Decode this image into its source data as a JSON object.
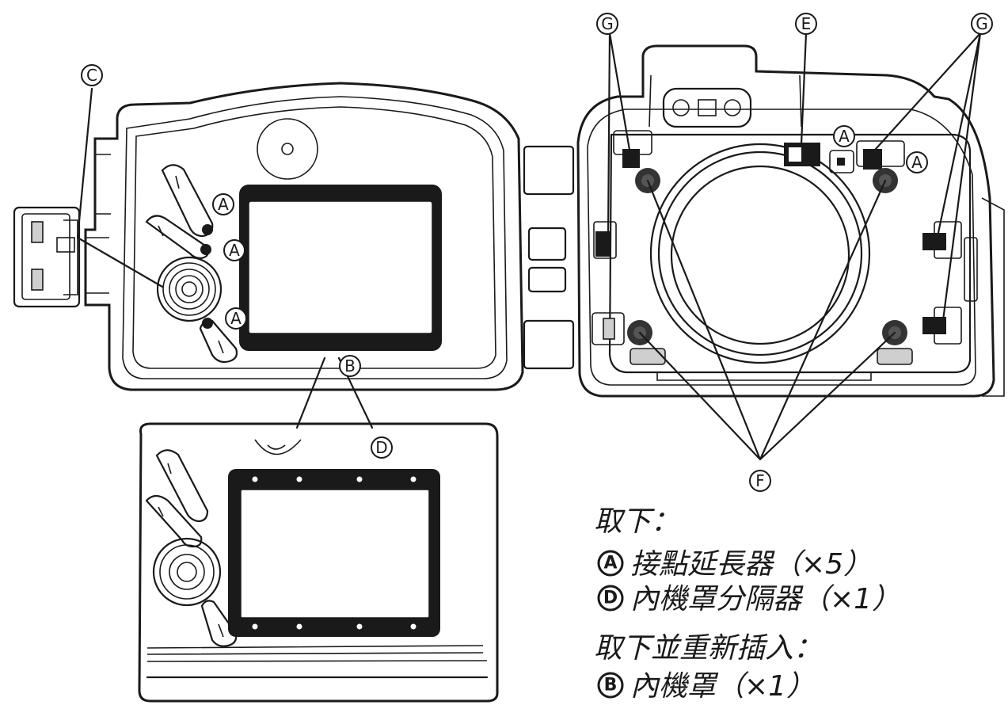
{
  "labels": {
    "a": "A",
    "b": "B",
    "c": "C",
    "d": "D",
    "e": "E",
    "f": "F",
    "g": "G"
  },
  "caption": {
    "remove_heading": "取下：",
    "remove_items": [
      {
        "marker": "A",
        "text": "接點延長器（×5）"
      },
      {
        "marker": "D",
        "text": "內機罩分隔器（×1）"
      }
    ],
    "reinsert_heading": "取下並重新插入：",
    "reinsert_items": [
      {
        "marker": "B",
        "text": "內機罩（×1）"
      }
    ]
  }
}
